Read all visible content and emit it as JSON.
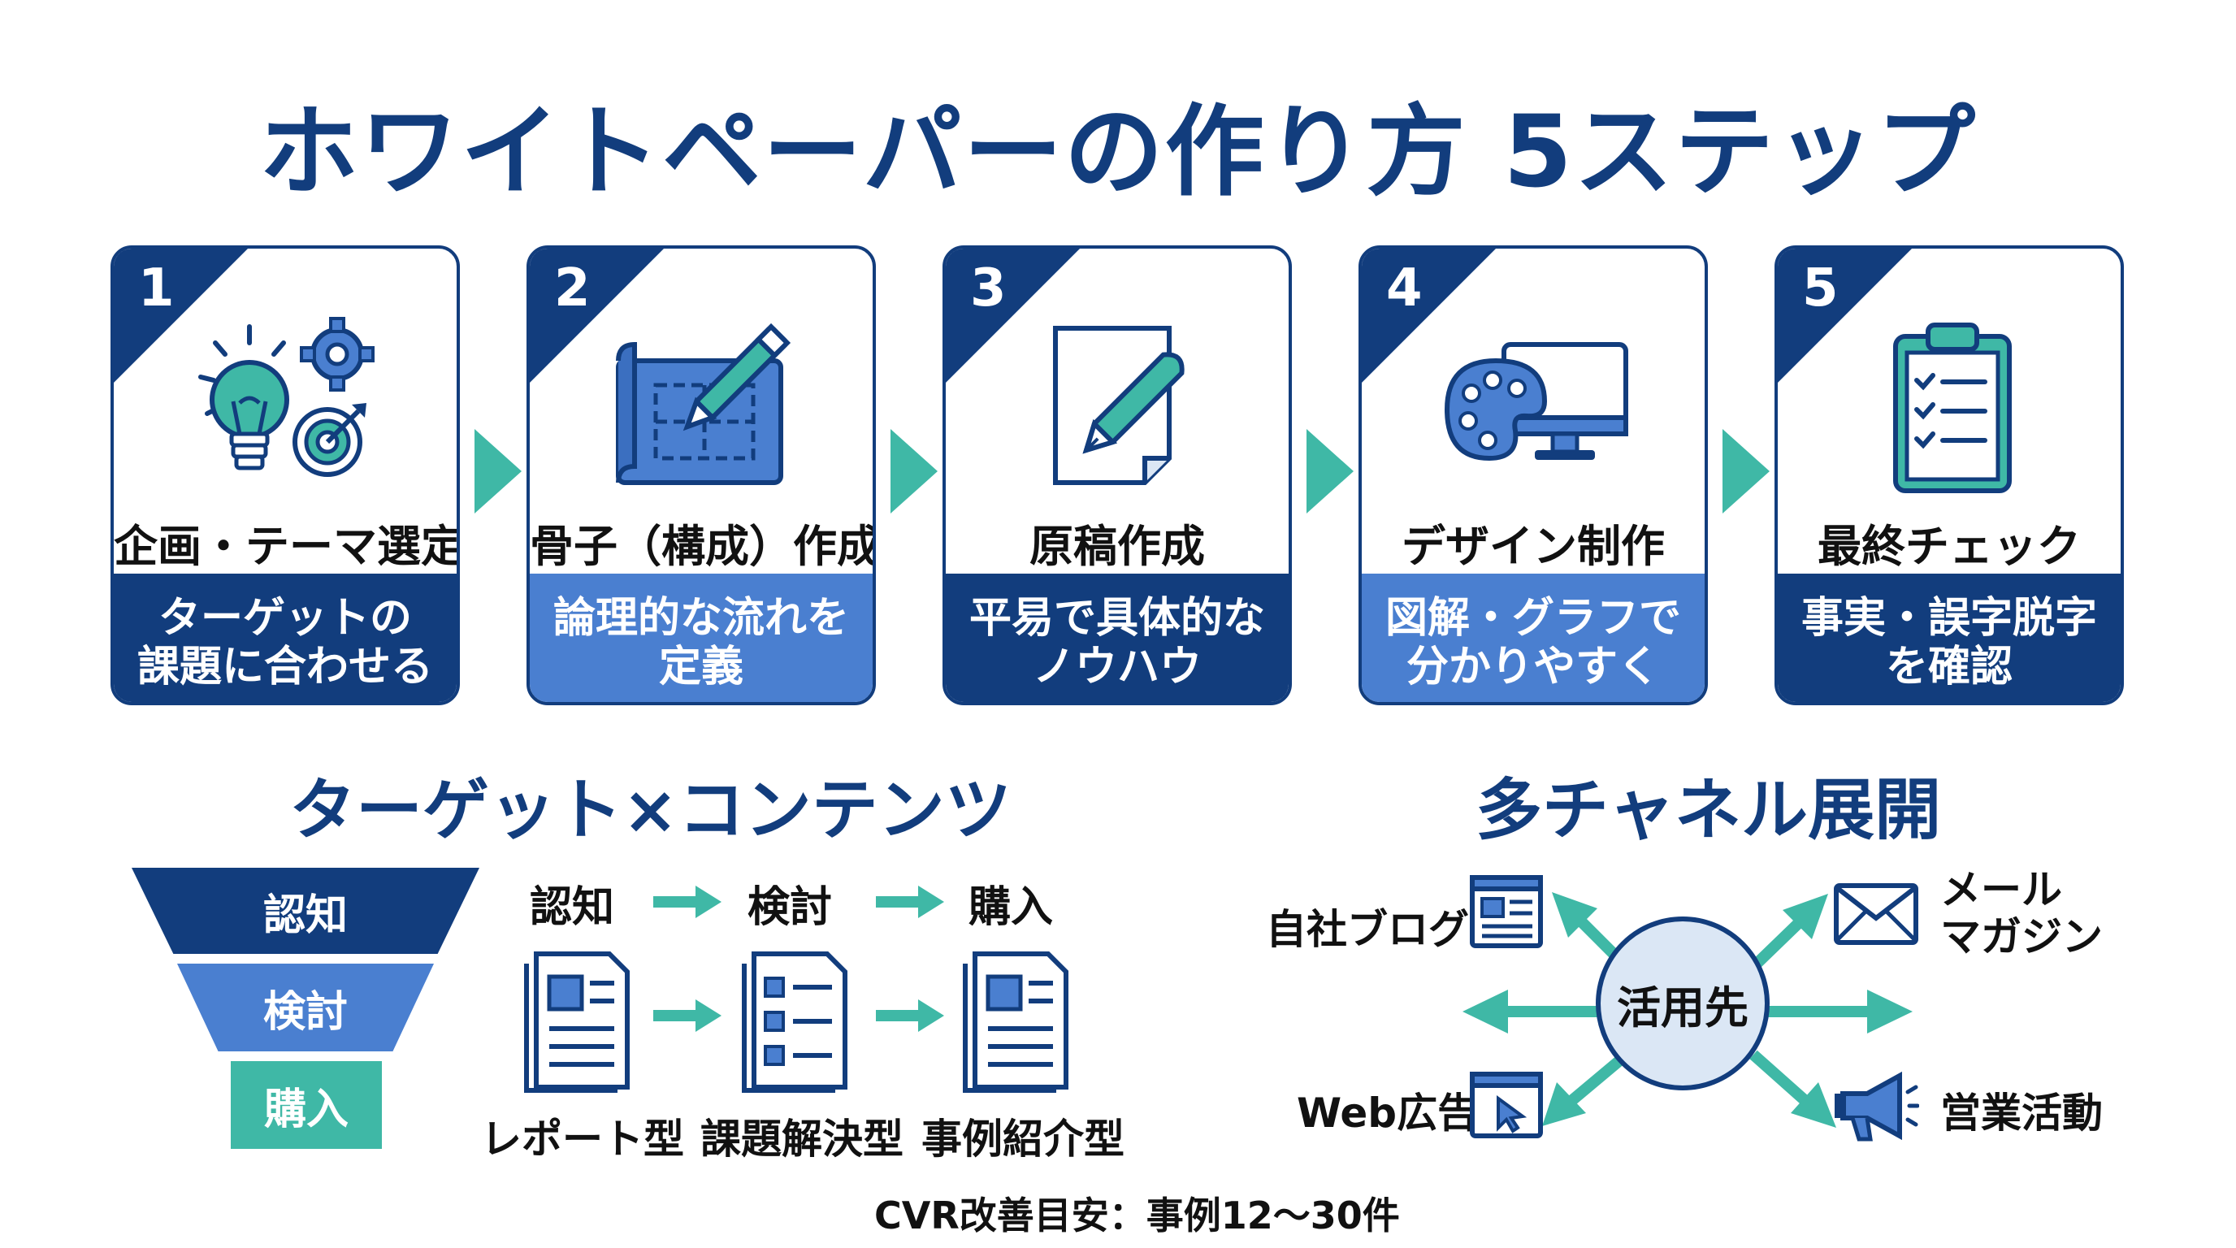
{
  "title": "ホワイトペーパーの作り方 5ステップ",
  "steps": [
    {
      "number": "1",
      "title": "企画・テーマ選定",
      "desc_line1": "ターゲットの",
      "desc_line2": "課題に合わせる",
      "icon": "lightbulb-gear-target-icon"
    },
    {
      "number": "2",
      "title": "骨子（構成）作成",
      "desc_line1": "論理的な流れを",
      "desc_line2": "定義",
      "icon": "blueprint-pencil-icon"
    },
    {
      "number": "3",
      "title": "原稿作成",
      "desc_line1": "平易で具体的な",
      "desc_line2": "ノウハウ",
      "icon": "document-pen-icon"
    },
    {
      "number": "4",
      "title": "デザイン制作",
      "desc_line1": "図解・グラフで",
      "desc_line2": "分かりやすく",
      "icon": "palette-monitor-icon"
    },
    {
      "number": "5",
      "title": "最終チェック",
      "desc_line1": "事実・誤字脱字",
      "desc_line2": "を確認",
      "icon": "clipboard-checklist-icon"
    }
  ],
  "target_section": {
    "title": "ターゲット×コンテンツ",
    "funnel": [
      "認知",
      "検討",
      "購入"
    ],
    "stages": [
      "認知",
      "検討",
      "購入"
    ],
    "doc_types": [
      "レポート型",
      "課題解決型",
      "事例紹介型"
    ],
    "cvr_note": "CVR改善目安：事例12〜30件"
  },
  "channel_section": {
    "title": "多チャネル展開",
    "center": "活用先",
    "channels": {
      "blog": "自社ブログ",
      "mail_line1": "メール",
      "mail_line2": "マガジン",
      "web_ad": "Web広告",
      "sales": "営業活動"
    }
  },
  "colors": {
    "navy": "#123d7d",
    "blue": "#4a7fd0",
    "teal": "#3fb8a6",
    "center_fill": "#dbe7f5"
  }
}
